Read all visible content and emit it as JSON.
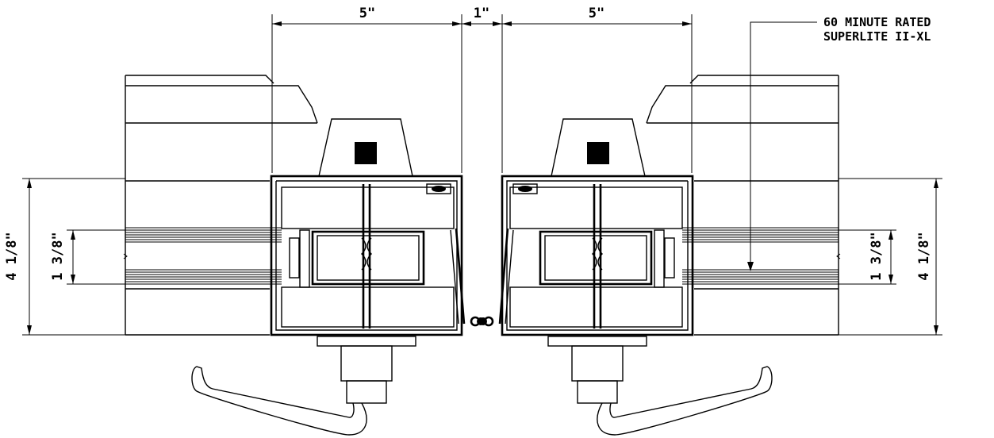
{
  "dimensions": {
    "frame_width_left": "5\"",
    "gap": "1\"",
    "frame_width_right": "5\"",
    "depth_left": "4 1/8\"",
    "glass_left": "1 3/8\"",
    "glass_right": "1 3/8\"",
    "depth_right": "4 1/8\""
  },
  "note": {
    "line1": "60 MINUTE RATED",
    "line2": "SUPERLITE II-XL"
  }
}
